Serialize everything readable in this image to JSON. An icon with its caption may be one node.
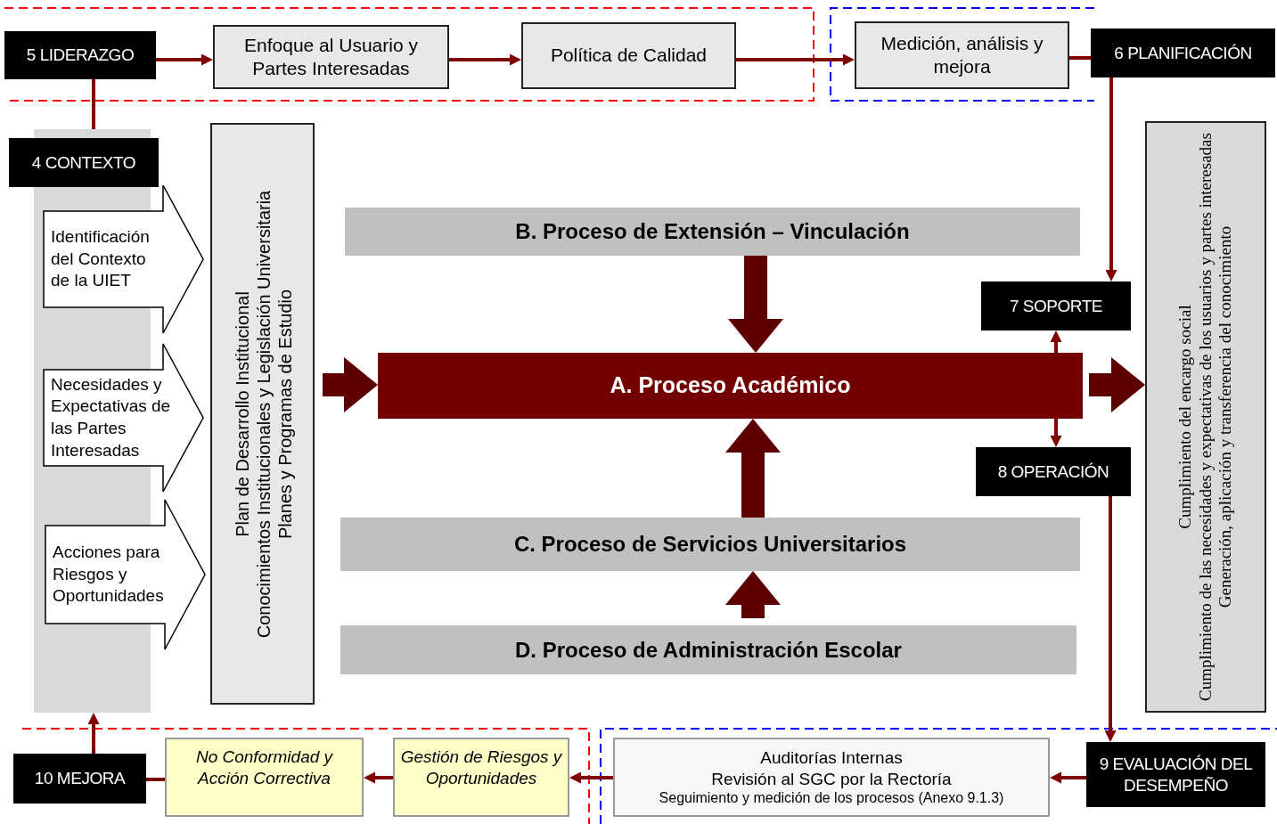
{
  "diagram": {
    "nodes": [
      {
        "text": [
          "5 LIDERAZGO"
        ]
      },
      {
        "text": [
          "Enfoque al Usuario y Partes Interesadas"
        ]
      },
      {
        "text": [
          "Política de Calidad"
        ]
      },
      {
        "text": [
          "Medición, análisis y mejora"
        ]
      },
      {
        "text": [
          "6 PLANIFICACIÓN"
        ]
      },
      {
        "text": [
          "4 CONTEXTO"
        ]
      },
      {
        "text": [],
        "shape": "bar"
      },
      {
        "text": [
          "Identificación del Contexto de la UIET"
        ]
      },
      {
        "text": [
          "Necesidades y Expectativas de las Partes Interesadas"
        ]
      },
      {
        "text": [
          "Acciones para Riesgos y Oportunidades"
        ]
      },
      {
        "text": [
          "Plan de Desarrollo Institucional",
          "Conocimientos Institucionales y Legislación Universitaria",
          "Planes y Programas de Estudio"
        ]
      },
      {
        "text": [
          "B. Proceso de Extensión – Vinculación"
        ]
      },
      {
        "text": [
          "A. Proceso Académico"
        ]
      },
      {
        "text": [
          "C. Proceso de Servicios Universitarios"
        ]
      },
      {
        "text": [
          "D. Proceso de Administración Escolar"
        ]
      },
      {
        "text": [
          "7 SOPORTE"
        ]
      },
      {
        "text": [
          "8 OPERACIÓN"
        ]
      },
      {
        "text": [
          "Cumplimiento del encargo social",
          "Cumplimiento de las necesidades y expectativas de los usuarios y partes interesadas",
          "Generación, aplicación y transferencia del conocimiento"
        ]
      },
      {
        "text": [
          "9 EVALUACIÓN DEL DESEMPEÑO"
        ]
      },
      {
        "text": [
          "Auditorías Internas",
          "Revisión al SGC por la Rectoría",
          "Seguimiento y medición de los procesos (Anexo 9.1.3)"
        ]
      },
      {
        "text": [
          "Gestión de Riesgos y Oportunidades"
        ]
      },
      {
        "text": [
          "No Conformidad y Acción Correctiva"
        ]
      },
      {
        "text": [
          "10 MEJORA"
        ]
      }
    ],
    "edges": [
      {
        "from": 0,
        "to": 1,
        "arrow": "to"
      },
      {
        "from": 1,
        "to": 2,
        "arrow": "to"
      },
      {
        "from": 2,
        "to": 3,
        "arrow": "to"
      },
      {
        "from": 3,
        "to": 4,
        "arrow": "none"
      },
      {
        "from": 0,
        "to": 5,
        "arrow": "none"
      },
      {
        "from": 4,
        "to": 15,
        "arrow": "to"
      },
      {
        "from": 12,
        "to": 15,
        "arrow": "to"
      },
      {
        "from": 12,
        "to": 16,
        "arrow": "to"
      },
      {
        "from": 16,
        "to": 18,
        "arrow": "to"
      },
      {
        "from": 18,
        "to": 19,
        "arrow": "to"
      },
      {
        "from": 19,
        "to": 20,
        "arrow": "to"
      },
      {
        "from": 20,
        "to": 21,
        "arrow": "to"
      },
      {
        "from": 21,
        "to": 22,
        "arrow": "none"
      },
      {
        "from": 22,
        "to": 6,
        "arrow": "to"
      },
      {
        "from": 10,
        "to": 12,
        "arrow": "to",
        "style": "thick",
        "color": "#5c0000"
      },
      {
        "from": 11,
        "to": 12,
        "arrow": "to",
        "style": "thick",
        "color": "#5c0000"
      },
      {
        "from": 13,
        "to": 12,
        "arrow": "to",
        "style": "thick",
        "color": "#5c0000"
      },
      {
        "from": 14,
        "to": 13,
        "arrow": "to",
        "style": "thick",
        "color": "#5c0000"
      },
      {
        "from": 12,
        "to": 17,
        "arrow": "to",
        "style": "thick",
        "color": "#5c0000"
      }
    ]
  }
}
